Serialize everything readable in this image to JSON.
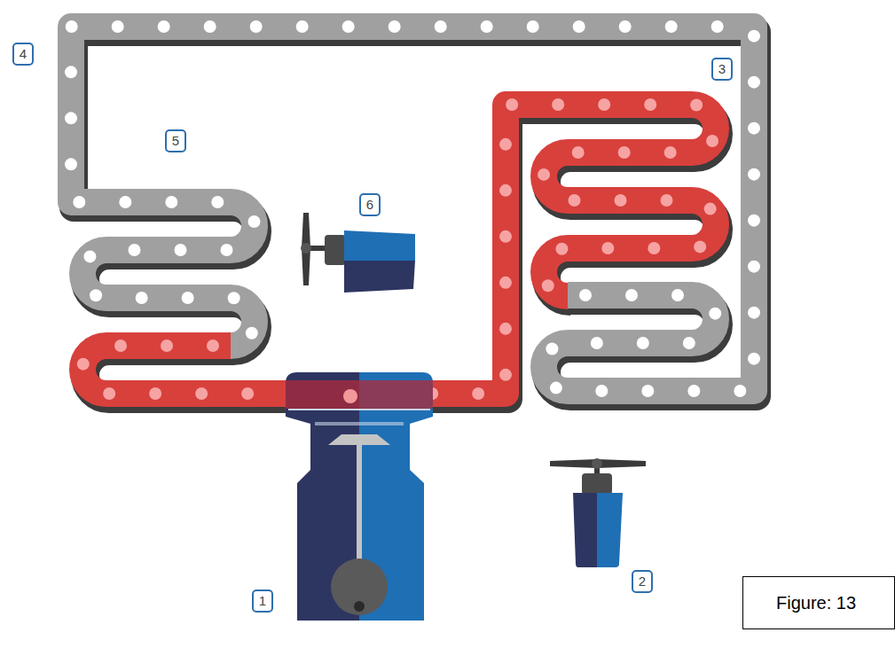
{
  "diagram": {
    "nodes": [
      {
        "text": [
          "Figure: 13"
        ]
      }
    ],
    "labels": [
      "4",
      "3",
      "5",
      "6",
      "1",
      "2"
    ]
  }
}
